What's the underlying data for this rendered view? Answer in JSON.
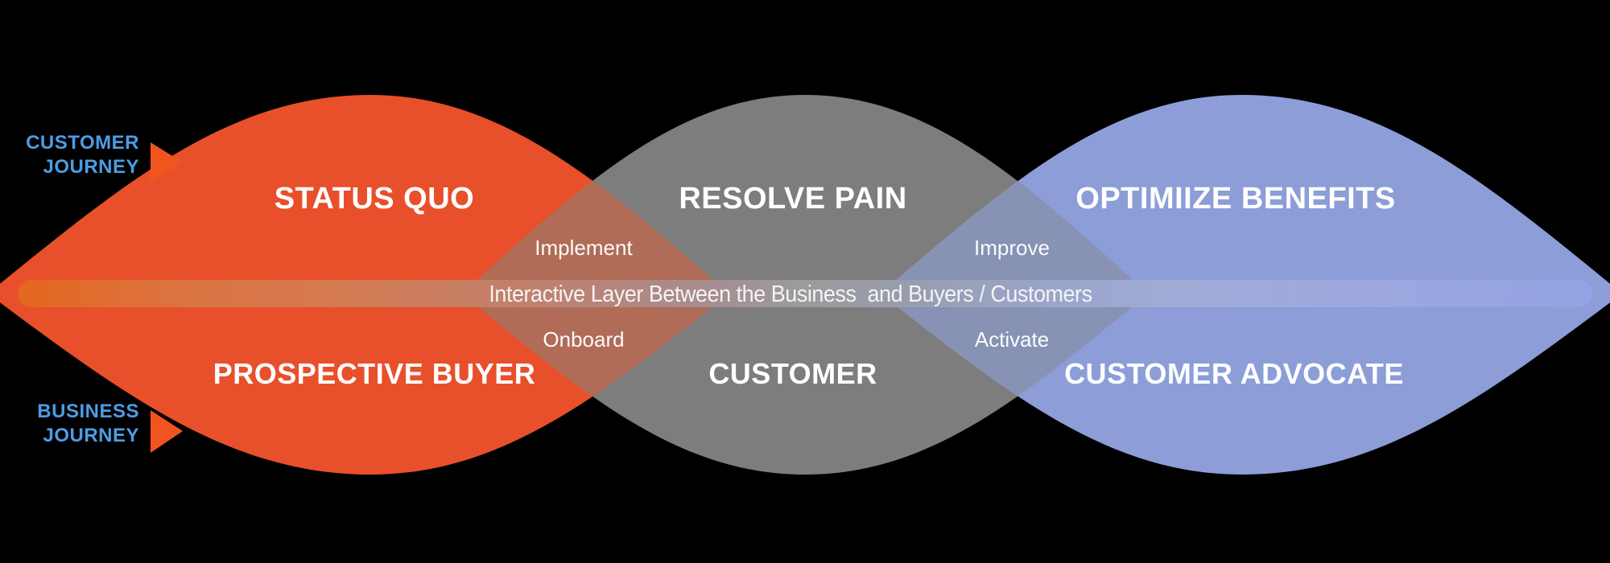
{
  "phases": [
    {
      "id": "status-quo",
      "top_label": "STATUS QUO",
      "bottom_label": "PROSPECTIVE BUYER",
      "color": "#E8502B"
    },
    {
      "id": "resolve-pain",
      "top_label": "RESOLVE PAIN",
      "bottom_label": "CUSTOMER",
      "color": "#7D7D7D"
    },
    {
      "id": "optimize-benefits",
      "top_label": "OPTIMIIZE BENEFITS",
      "bottom_label": "CUSTOMER ADVOCATE",
      "color": "#8C9DD8"
    }
  ],
  "overlaps": [
    {
      "between": "status-quo / resolve-pain",
      "top_label": "Implement",
      "bottom_label": "Onboard",
      "color": "#B06C57"
    },
    {
      "between": "resolve-pain / optimize-benefits",
      "top_label": "Improve",
      "bottom_label": "Activate",
      "color": "#8792B5"
    }
  ],
  "interactive_layer": {
    "label": "Interactive Layer Between the Business  and Buyers / Customers"
  },
  "journeys": {
    "customer": {
      "line1": "CUSTOMER",
      "line2": "JOURNEY"
    },
    "business": {
      "line1": "BUSINESS",
      "line2": "JOURNEY"
    }
  },
  "colors": {
    "background": "#000000",
    "journey_text": "#4D9CE4",
    "arrow": "#F0551F",
    "band_left": "#E5661E",
    "band_middle": "#9B9B9B",
    "band_right": "#93A3E3"
  }
}
